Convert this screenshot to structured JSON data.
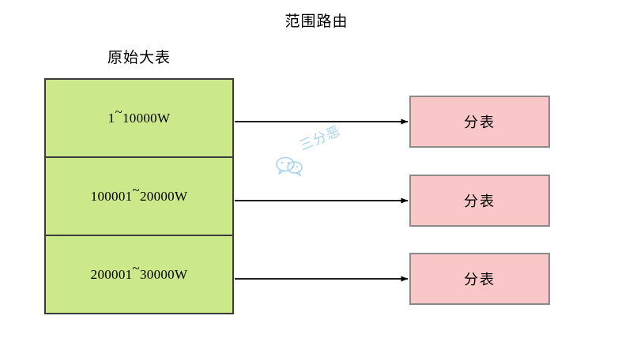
{
  "diagram": {
    "title": "范围路由",
    "type": "flow-diagram",
    "background_color": "#ffffff"
  },
  "source": {
    "label": "原始大表",
    "fill_color": "#cbe88a",
    "border_color": "#3b3b3b",
    "rows": [
      {
        "range_text": "1",
        "separator": "~",
        "range_end": "10000W"
      },
      {
        "range_text": "100001",
        "separator": "~",
        "range_end": "20000W"
      },
      {
        "range_text": "200001",
        "separator": "~",
        "range_end": "30000W"
      }
    ]
  },
  "shards": {
    "fill_color": "#fac7c8",
    "border_color": "#8a8a8a",
    "items": [
      {
        "label": "分表"
      },
      {
        "label": "分表"
      },
      {
        "label": "分表"
      }
    ]
  },
  "arrows": {
    "color": "#000000",
    "count": 3,
    "style": "solid-line-filled-triangle-head"
  },
  "watermark": {
    "text": "三分恶",
    "color": "#a8d4f0",
    "logo": "wechat-icon"
  }
}
